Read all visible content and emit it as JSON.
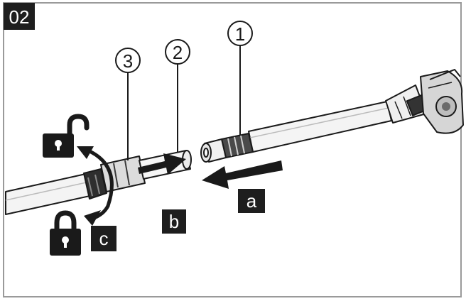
{
  "step_badge": "02",
  "callouts": [
    "1",
    "2",
    "3"
  ],
  "step_labels": [
    "a",
    "b",
    "c"
  ],
  "icons": [
    "padlock-unlocked-icon",
    "padlock-locked-icon",
    "rotate-arrow-icon",
    "push-arrow-icon"
  ],
  "colors": {
    "ink": "#1a1a1a",
    "frame": "#999999",
    "tube": "#f4f4f4",
    "badge": "#1e1e1e",
    "badge_text": "#ffffff"
  }
}
